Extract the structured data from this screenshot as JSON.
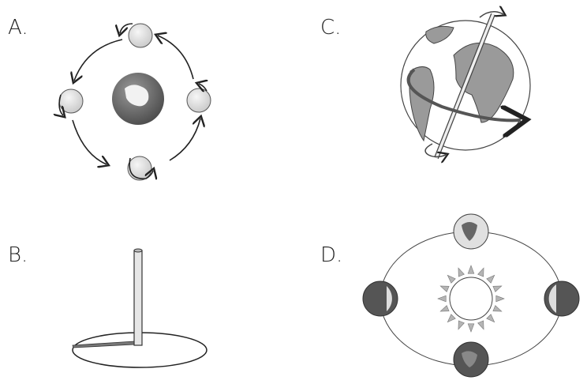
{
  "panels": [
    {
      "label": "A.",
      "subject": "moon-orbit"
    },
    {
      "label": "B.",
      "subject": "sundial-shadow"
    },
    {
      "label": "C.",
      "subject": "earth-rotation"
    },
    {
      "label": "D.",
      "subject": "earth-orbit-sun"
    }
  ],
  "colors": {
    "stroke": "#222222",
    "earth": "#6e6e6e",
    "moon": "#e8e8e8",
    "ray": "#b5b5b5"
  }
}
